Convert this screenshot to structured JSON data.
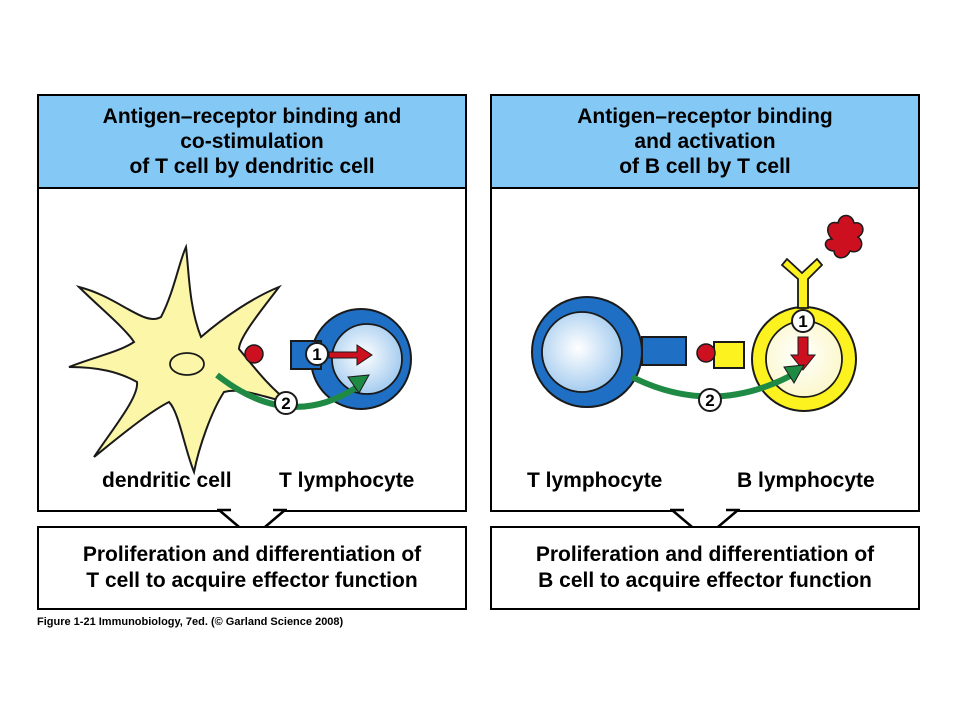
{
  "panels": [
    {
      "header": [
        "Antigen–receptor binding and",
        "co-stimulation",
        "of T cell by dendritic cell"
      ],
      "labels": {
        "first": "dendritic cell",
        "second": "T lymphocyte"
      },
      "steps": [
        "1",
        "2"
      ],
      "outcome": [
        "Proliferation and differentiation of",
        "T cell to acquire effector function"
      ]
    },
    {
      "header": [
        "Antigen–receptor binding",
        "and activation",
        "of B cell by T cell"
      ],
      "labels": {
        "first": "T lymphocyte",
        "second": "B lymphocyte"
      },
      "steps": [
        "1",
        "2"
      ],
      "outcome": [
        "Proliferation and differentiation of",
        "B cell to acquire effector function"
      ]
    }
  ],
  "caption": "Figure 1-21 Immunobiology, 7ed. (© Garland Science 2008)",
  "colors": {
    "header_bg": "#84c8f6",
    "t_cell": "#1f6fc4",
    "dendritic": "#fbf6a8",
    "b_cell": "#fbf21f",
    "antigen": "#cc1020",
    "signal_arrow": "#1f8a43"
  }
}
